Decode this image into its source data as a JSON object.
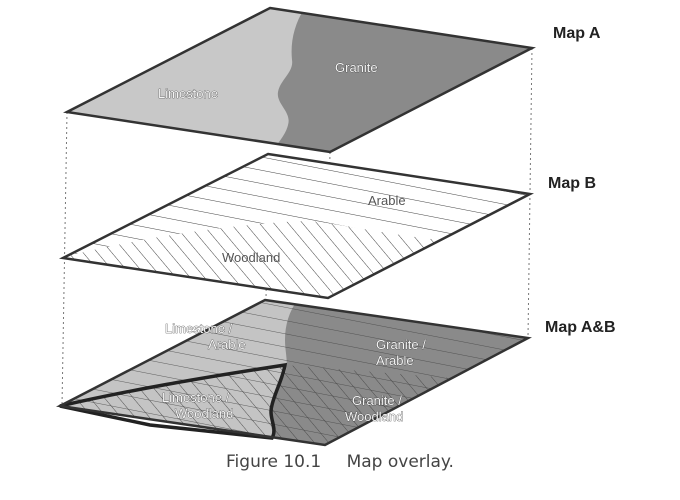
{
  "layers": {
    "map_a": {
      "title": "Map A",
      "regions": [
        {
          "label": "Limestone",
          "fill": "#c8c8c8"
        },
        {
          "label": "Granite",
          "fill": "#8a8a8a"
        }
      ]
    },
    "map_b": {
      "title": "Map B",
      "regions": [
        {
          "label": "Arable",
          "pattern": "horizontal-lines"
        },
        {
          "label": "Woodland",
          "pattern": "diagonal-lines"
        }
      ]
    },
    "map_ab": {
      "title": "Map A&B",
      "regions": [
        {
          "label_1": "Limestone /",
          "label_2": "Arable"
        },
        {
          "label_1": "Granite /",
          "label_2": "Arable"
        },
        {
          "label_1": "Limestone /",
          "label_2": "Woodland"
        },
        {
          "label_1": "Granite /",
          "label_2": "Woodland"
        }
      ]
    }
  },
  "caption": {
    "figure": "Figure 10.1",
    "text": "Map overlay."
  }
}
